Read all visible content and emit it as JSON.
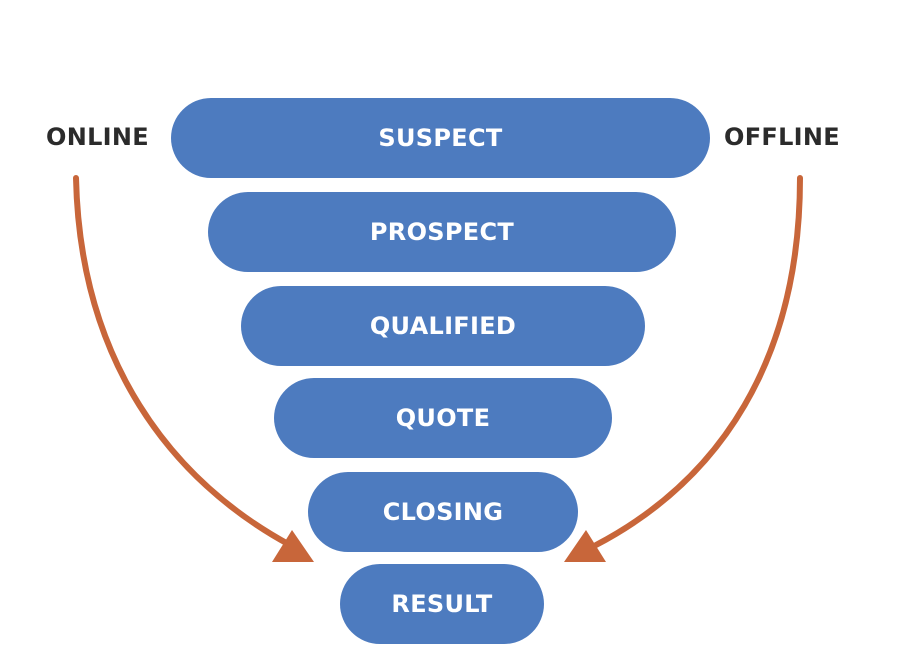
{
  "funnel": {
    "stages": [
      {
        "label": "SUSPECT"
      },
      {
        "label": "PROSPECT"
      },
      {
        "label": "QUALIFIED"
      },
      {
        "label": "QUOTE"
      },
      {
        "label": "CLOSING"
      },
      {
        "label": "RESULT"
      }
    ]
  },
  "channels": {
    "left": "ONLINE",
    "right": "OFFLINE"
  },
  "colors": {
    "stage_fill": "#4d7bbf",
    "stage_text": "#ffffff",
    "arrow": "#c8663a",
    "label_text": "#2b2b2b"
  }
}
